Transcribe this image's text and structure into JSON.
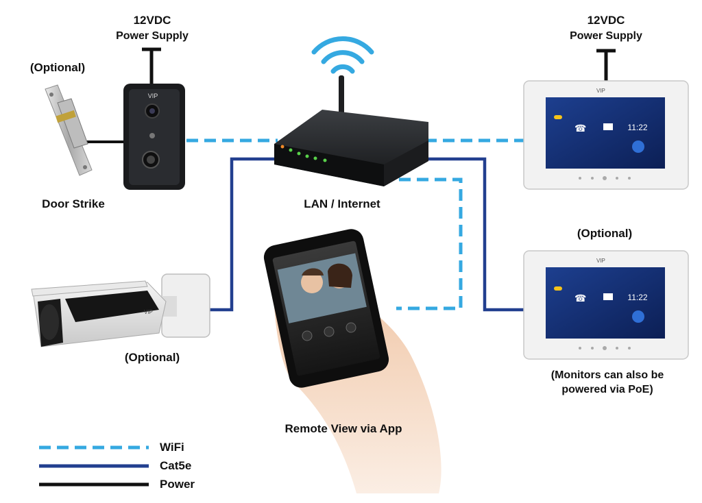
{
  "colors": {
    "wifi": "#35a9e1",
    "cat5e": "#223f8f",
    "power": "#111111"
  },
  "labels": {
    "ps_left_voltage": "12VDC",
    "ps_left_text": "Power Supply",
    "ps_right_voltage": "12VDC",
    "ps_right_text": "Power Supply",
    "optional_strike": "(Optional)",
    "door_strike": "Door Strike",
    "lan": "LAN / Internet",
    "optional_camera": "(Optional)",
    "optional_monitor": "(Optional)",
    "remote_view": "Remote View via App",
    "poe_note_line1": "(Monitors can also be",
    "poe_note_line2": "powered via PoE)"
  },
  "legend": [
    {
      "name": "WiFi",
      "style": "dashed",
      "color": "#35a9e1"
    },
    {
      "name": "Cat5e",
      "style": "solid",
      "color": "#223f8f"
    },
    {
      "name": "Power",
      "style": "solid",
      "color": "#111111"
    }
  ],
  "devices": {
    "brand": "VIP",
    "monitor_time": "11:22"
  }
}
